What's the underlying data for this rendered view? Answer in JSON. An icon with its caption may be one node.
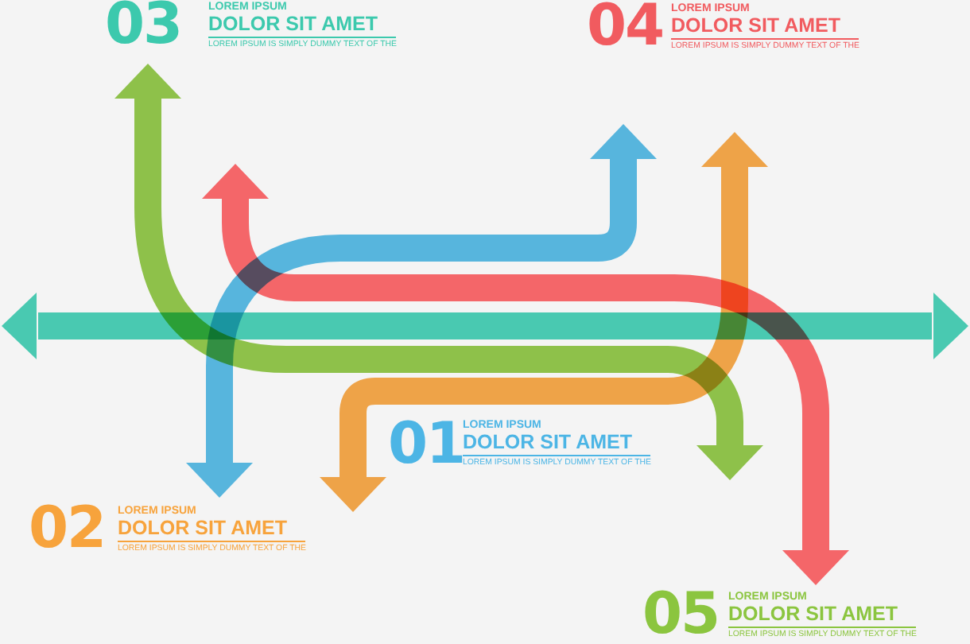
{
  "diagram": {
    "labels": [
      "03",
      "LOREM IPSUM",
      "DOLOR SIT AMET",
      "LOREM IPSUM IS SIMPLY DUMMY TEXT OF THE",
      "04",
      "LOREM IPSUM",
      "DOLOR SIT AMET",
      "LOREM IPSUM IS SIMPLY DUMMY TEXT OF THE",
      "01",
      "LOREM IPSUM",
      "DOLOR SIT AMET",
      "LOREM IPSUM IS SIMPLY DUMMY TEXT OF THE",
      "02",
      "LOREM IPSUM",
      "DOLOR SIT AMET",
      "LOREM IPSUM IS SIMPLY DUMMY TEXT OF THE",
      "05",
      "LOREM IPSUM",
      "DOLOR SIT AMET",
      "LOREM IPSUM IS SIMPLY DUMMY TEXT OF THE"
    ]
  }
}
